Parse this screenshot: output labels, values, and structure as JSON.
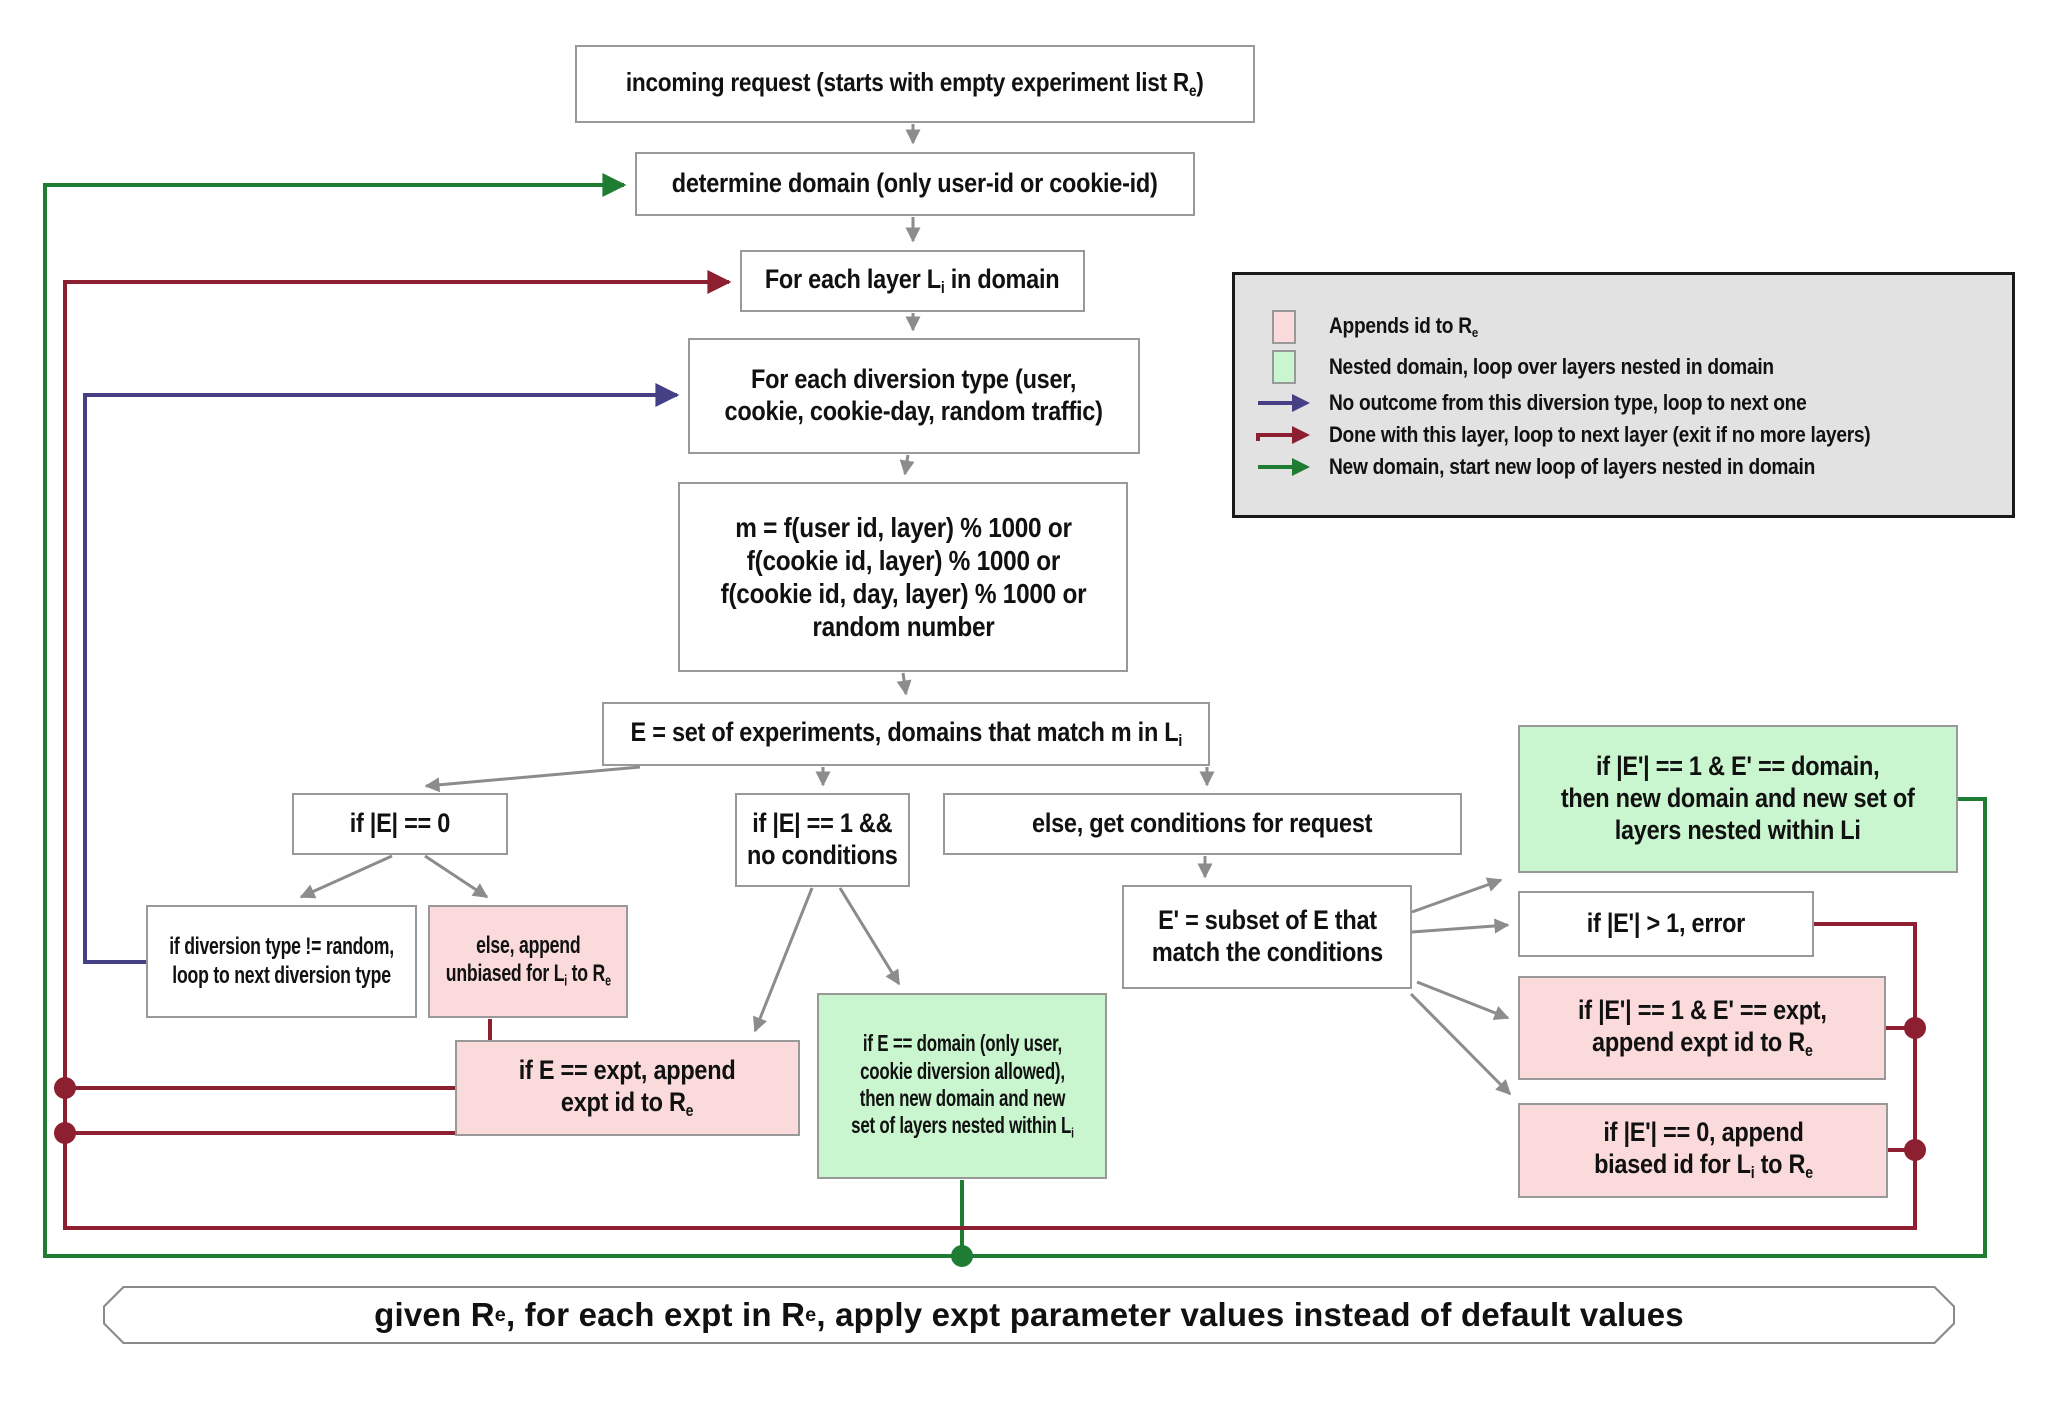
{
  "colors": {
    "green": "#1f7c33",
    "darkred": "#8c2030",
    "navy": "#454086",
    "gray_line": "#8c8c8c",
    "pink_fill": "#fadada",
    "green_fill": "#caf6cf",
    "box_border": "#999999",
    "legend_bg": "#e2e2e2"
  },
  "nodes": {
    "incoming": {
      "parts": [
        {
          "text": "incoming request (starts with  empty experiment list R"
        },
        {
          "text": "e",
          "sub": true
        },
        {
          "text": ")"
        }
      ]
    },
    "determine": {
      "parts": [
        {
          "text": "determine domain (only user-id or cookie-id)"
        }
      ]
    },
    "layer": {
      "parts": [
        {
          "text": "For each layer L"
        },
        {
          "text": "i",
          "sub": true
        },
        {
          "text": " in domain"
        }
      ]
    },
    "diversion": {
      "parts": [
        {
          "text": "For each diversion type (user,"
        },
        {
          "br": true
        },
        {
          "text": "cookie, cookie-day, random traffic)"
        }
      ]
    },
    "mbox": {
      "parts": [
        {
          "text": "m = f(user id, layer) % 1000 or"
        },
        {
          "br": true
        },
        {
          "text": "f(cookie id, layer) % 1000 or"
        },
        {
          "br": true
        },
        {
          "text": "f(cookie id, day, layer) % 1000 or"
        },
        {
          "br": true
        },
        {
          "text": "random number"
        }
      ]
    },
    "ebox": {
      "parts": [
        {
          "text": "E = set of experiments, domains that match m in L"
        },
        {
          "text": "i",
          "sub": true
        }
      ]
    },
    "ezero": {
      "parts": [
        {
          "text": "if |E| == 0"
        }
      ]
    },
    "divrandom": {
      "parts": [
        {
          "text": "if diversion type != random,"
        },
        {
          "br": true
        },
        {
          "text": "loop to next diversion type"
        }
      ]
    },
    "unbiased": {
      "parts": [
        {
          "text": "else, append"
        },
        {
          "br": true
        },
        {
          "text": "unbiased for L"
        },
        {
          "text": "i",
          "sub": true
        },
        {
          "text": " to R"
        },
        {
          "text": "e",
          "sub": true
        }
      ]
    },
    "eone": {
      "parts": [
        {
          "text": "if |E| == 1 &&"
        },
        {
          "br": true
        },
        {
          "text": "no conditions"
        }
      ]
    },
    "eexpt": {
      "parts": [
        {
          "text": "if E == expt, append"
        },
        {
          "br": true
        },
        {
          "text": "expt id to R"
        },
        {
          "text": "e",
          "sub": true
        }
      ]
    },
    "edomain": {
      "parts": [
        {
          "text": "if E == domain (only user,"
        },
        {
          "br": true
        },
        {
          "text": "cookie diversion allowed),"
        },
        {
          "br": true
        },
        {
          "text": "then new domain and new"
        },
        {
          "br": true
        },
        {
          "text": "set of layers nested within L"
        },
        {
          "text": "i",
          "sub": true
        }
      ]
    },
    "getcond": {
      "parts": [
        {
          "text": "else, get conditions for request"
        }
      ]
    },
    "esubset": {
      "parts": [
        {
          "text": "E' = subset of E that"
        },
        {
          "br": true
        },
        {
          "text": "match the conditions"
        }
      ]
    },
    "epdomain": {
      "parts": [
        {
          "text": "if |E'| == 1 & E' == domain,"
        },
        {
          "br": true
        },
        {
          "text": "then new domain and new set of"
        },
        {
          "br": true
        },
        {
          "text": "layers nested within Li"
        }
      ]
    },
    "eperror": {
      "parts": [
        {
          "text": "if |E'| > 1, error"
        }
      ]
    },
    "epexpt": {
      "parts": [
        {
          "text": "if |E'| == 1 & E' == expt,"
        },
        {
          "br": true
        },
        {
          "text": "append expt id to R"
        },
        {
          "text": "e",
          "sub": true
        }
      ]
    },
    "epbiased": {
      "parts": [
        {
          "text": "if |E'| == 0, append"
        },
        {
          "br": true
        },
        {
          "text": "biased id for L"
        },
        {
          "text": "i",
          "sub": true
        },
        {
          "text": " to R"
        },
        {
          "text": "e",
          "sub": true
        }
      ]
    }
  },
  "legend": {
    "items": [
      {
        "icon": "pink-swatch",
        "parts": [
          {
            "text": "Appends id to R"
          },
          {
            "text": "e",
            "sub": true
          }
        ]
      },
      {
        "icon": "green-swatch",
        "parts": [
          {
            "text": "Nested domain, loop over layers nested in domain"
          }
        ]
      },
      {
        "icon": "navy-arrow",
        "parts": [
          {
            "text": "No outcome from this diversion type, loop to next one"
          }
        ]
      },
      {
        "icon": "darkred-arrow",
        "parts": [
          {
            "text": "Done with this layer, loop to next layer (exit if no more layers)"
          }
        ]
      },
      {
        "icon": "green-arrow",
        "parts": [
          {
            "text": "New domain, start new loop of layers nested in domain"
          }
        ]
      }
    ]
  },
  "footer": {
    "parts": [
      {
        "text": "given R"
      },
      {
        "text": "e",
        "sub": true
      },
      {
        "text": ", for each expt in R"
      },
      {
        "text": "e",
        "sub": true
      },
      {
        "text": ", apply expt parameter values instead of default values"
      }
    ]
  }
}
